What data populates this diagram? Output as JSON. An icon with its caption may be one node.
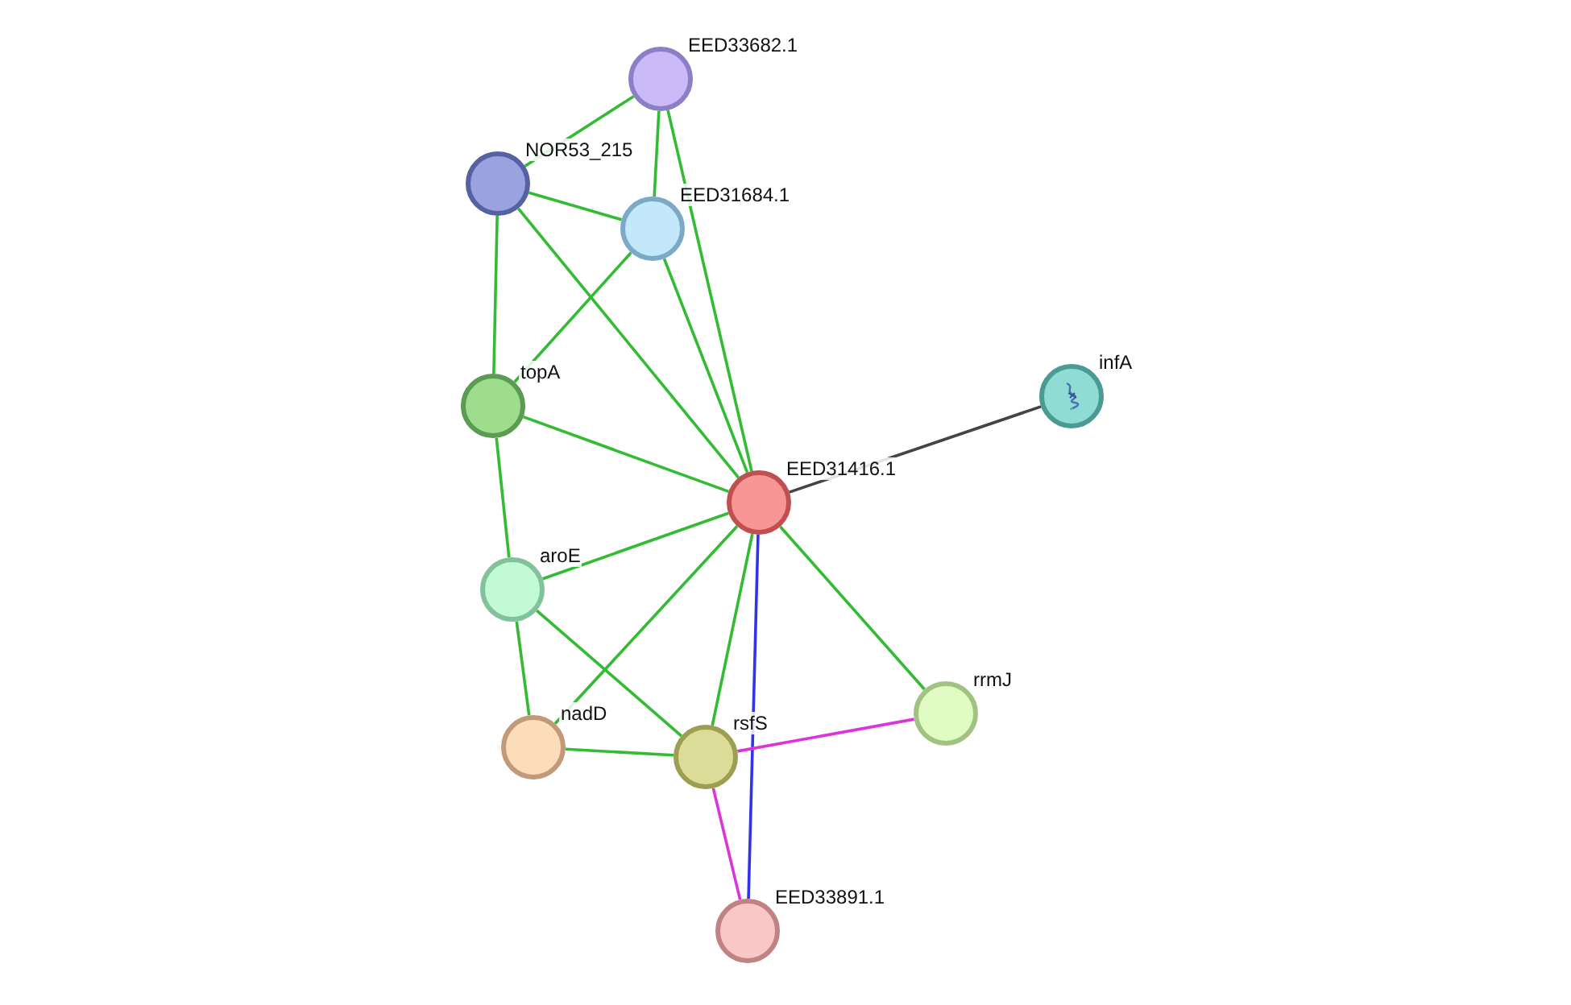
{
  "diagram": {
    "nodes": [
      {
        "text": [],
        "shape": "circle",
        "beside": [
          "EED33682.1"
        ]
      },
      {
        "text": [],
        "shape": "circle",
        "beside": [
          "NOR53_215"
        ]
      },
      {
        "text": [],
        "shape": "circle",
        "beside": [
          "EED31684.1"
        ]
      },
      {
        "text": [],
        "shape": "circle",
        "beside": [
          "topA"
        ]
      },
      {
        "text": [],
        "shape": "circle",
        "beside": [
          "infA"
        ]
      },
      {
        "text": [],
        "shape": "circle",
        "beside": [
          "EED31416.1"
        ]
      },
      {
        "text": [],
        "shape": "circle",
        "beside": [
          "aroE"
        ]
      },
      {
        "text": [],
        "shape": "circle",
        "beside": [
          "rrmJ"
        ]
      },
      {
        "text": [],
        "shape": "circle",
        "beside": [
          "nadD"
        ]
      },
      {
        "text": [],
        "shape": "circle",
        "beside": [
          "rsfS"
        ]
      },
      {
        "text": [],
        "shape": "circle",
        "beside": [
          "EED33891.1"
        ]
      }
    ],
    "edges": [
      {
        "from": 0,
        "to": 1,
        "arrow": "none"
      },
      {
        "from": 0,
        "to": 2,
        "arrow": "none"
      },
      {
        "from": 1,
        "to": 2,
        "arrow": "none"
      },
      {
        "from": 0,
        "to": 5,
        "arrow": "none"
      },
      {
        "from": 2,
        "to": 5,
        "arrow": "none"
      },
      {
        "from": 1,
        "to": 5,
        "arrow": "none"
      },
      {
        "from": 1,
        "to": 3,
        "arrow": "none"
      },
      {
        "from": 2,
        "to": 3,
        "arrow": "none"
      },
      {
        "from": 3,
        "to": 5,
        "arrow": "none"
      },
      {
        "from": 3,
        "to": 6,
        "arrow": "none"
      },
      {
        "from": 5,
        "to": 4,
        "arrow": "none",
        "color": "#444444"
      },
      {
        "from": 5,
        "to": 6,
        "arrow": "none"
      },
      {
        "from": 5,
        "to": 8,
        "arrow": "none"
      },
      {
        "from": 5,
        "to": 9,
        "arrow": "none"
      },
      {
        "from": 5,
        "to": 10,
        "arrow": "none",
        "color": "#3333ee"
      },
      {
        "from": 5,
        "to": 7,
        "arrow": "none"
      },
      {
        "from": 6,
        "to": 8,
        "arrow": "none"
      },
      {
        "from": 6,
        "to": 9,
        "arrow": "none"
      },
      {
        "from": 8,
        "to": 9,
        "arrow": "none"
      },
      {
        "from": 9,
        "to": 7,
        "arrow": "none",
        "color": "#dd33dd"
      },
      {
        "from": 9,
        "to": 10,
        "arrow": "none",
        "color": "#dd33dd"
      }
    ]
  }
}
